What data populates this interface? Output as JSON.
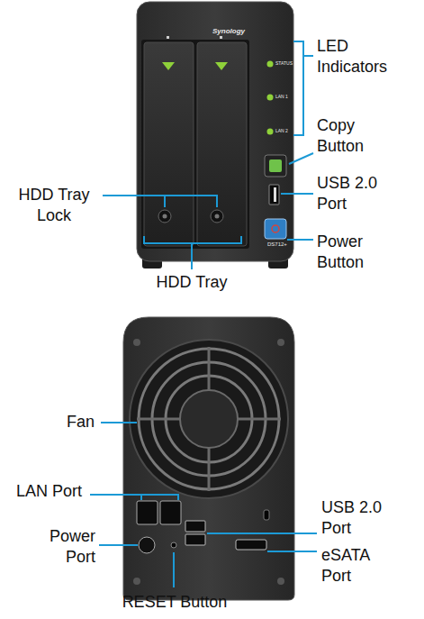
{
  "diagram": {
    "labels": [
      "Synology",
      "STATUS",
      "LAN 1",
      "LAN 2",
      "DS712+",
      "LED Indicators",
      "Copy Button",
      "USB 2.0 Port",
      "Power Button",
      "HDD Tray Lock",
      "HDD Tray",
      "Fan",
      "LAN Port",
      "Power Port",
      "USB 2.0 Port",
      "eSATA Port",
      "RESET Button"
    ]
  }
}
